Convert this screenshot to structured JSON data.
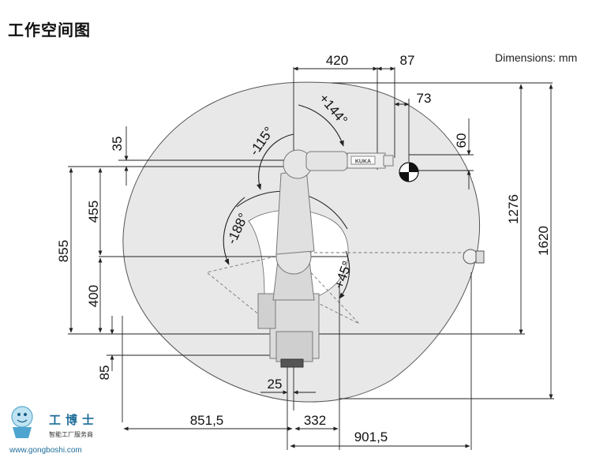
{
  "title": "工作空间图",
  "units_label": "Dimensions: mm",
  "dimensions": {
    "top_420": "420",
    "top_87": "87",
    "top_73": "73",
    "left_35": "35",
    "right_60": "60",
    "left_455": "455",
    "left_855": "855",
    "left_400": "400",
    "left_85": "85",
    "right_1276": "1276",
    "right_1620": "1620",
    "bottom_25": "25",
    "bottom_851_5": "851,5",
    "bottom_332": "332",
    "bottom_901_5": "901,5"
  },
  "angles": {
    "a_plus144": "+144°",
    "a_minus115": "-115°",
    "a_minus188": "-188°",
    "a_plus45": "+45°"
  },
  "robot_brand": "KUKA",
  "watermark": {
    "name": "工博士",
    "tagline": "智能工厂服务商",
    "url": "www.gongboshi.com"
  }
}
